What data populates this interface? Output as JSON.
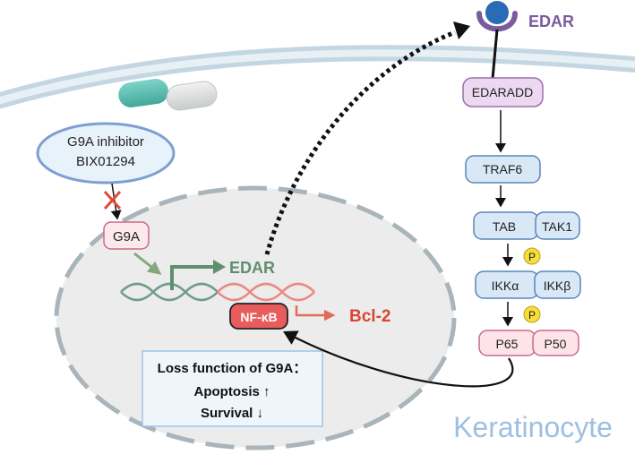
{
  "labels": {
    "edar_receptor": "EDAR",
    "edaradd": "EDARADD",
    "traf6": "TRAF6",
    "tab": "TAB",
    "tak1": "TAK1",
    "ikka": "IKKα",
    "ikkb": "IKKβ",
    "p65": "P65",
    "p50": "P50",
    "phospho_1": "P",
    "phospho_2": "P",
    "inhibitor_line1": "G9A inhibitor",
    "inhibitor_line2": "BIX01294",
    "g9a": "G9A",
    "edar_gene": "EDAR",
    "nfkb": "NF-κB",
    "bcl2": "Bcl-2",
    "loss_line1": "Loss function of G9A：",
    "loss_line2": "Apoptosis ↑",
    "loss_line3": "Survival ↓",
    "cell_type": "Keratinocyte"
  },
  "colors": {
    "membrane": "#cfe0e9",
    "nucleus_fill": "#ececec",
    "nucleus_border": "#a9b4bb",
    "receptor_purple": "#7a5c9e",
    "receptor_ball": "#2a6bb5",
    "pathway_box": "#d9e8f6",
    "pathway_border": "#5a86b8",
    "p65_box": "#fde4ea",
    "p65_border": "#c86b86",
    "edaradd_box": "#ecd8f0",
    "phospho_yellow": "#f7dd3a",
    "edar_gene_green": "#5e8f6f",
    "nfkb_red": "#e85c5c",
    "bcl2_red": "#d9452f",
    "keratinocyte_blue": "#9ebfe0",
    "loss_box_border": "#9fc3e6"
  },
  "icons": [
    "receptor-icon",
    "pill-icon",
    "inhibition-x-icon",
    "dna-helix-icon",
    "phosphate-icon"
  ]
}
